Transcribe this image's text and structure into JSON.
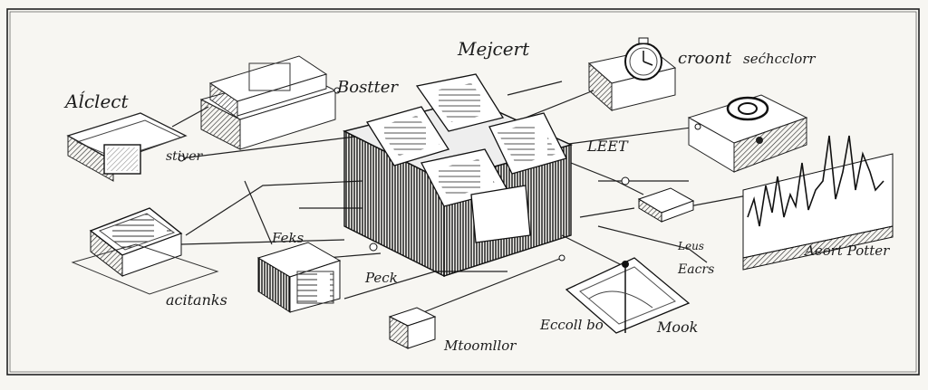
{
  "labels": {
    "object": "Aĺclect",
    "booster": "Bostter",
    "meject": "Mejcert",
    "croont": "croont",
    "selector": "sećhcclorr",
    "stiver": "stiver",
    "leet": "LEET",
    "feks": "Feks",
    "peck": "Peck",
    "acitanks": "acitanks",
    "tooomllor": "Mtoomllor",
    "leus": "Leus",
    "eacrs": "Eacrs",
    "accoll": "Eccoll bo",
    "mook": "Mook",
    "apart_potter": "Aeort Potter"
  },
  "colors": {
    "ink": "#1c1c1c",
    "paper": "#f7f6f2",
    "shade": "#555555"
  }
}
